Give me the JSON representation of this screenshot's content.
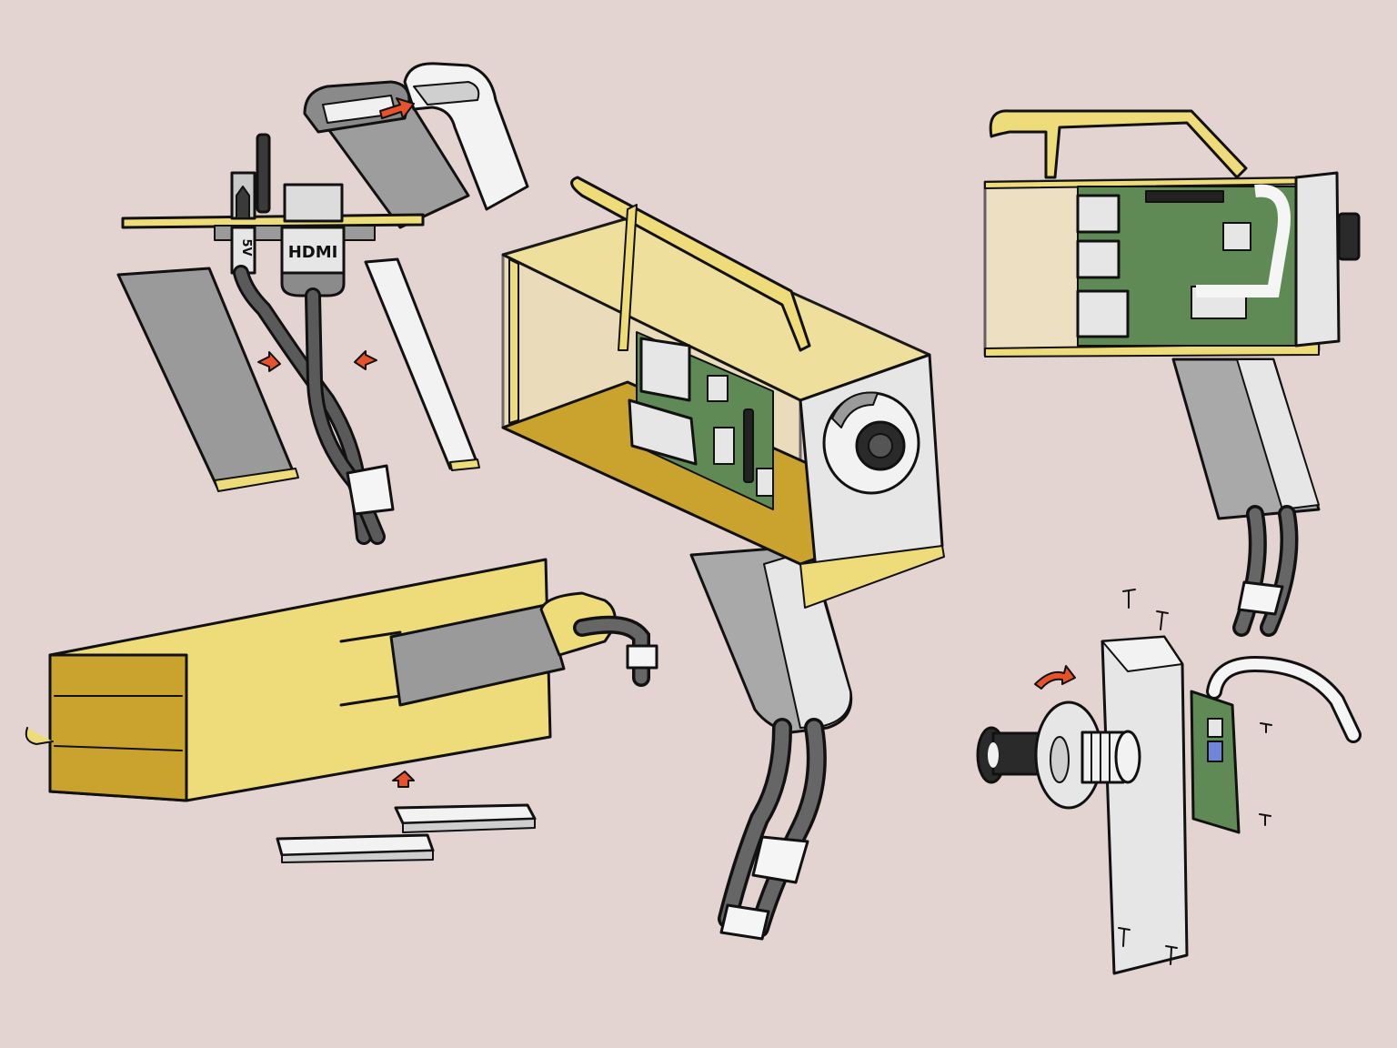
{
  "diagram": {
    "title": "",
    "description": "Hand-drawn exploded-view illustration of a handheld camera build with a yellow frame, Raspberry Pi-style board, grey handle, cables, lens and camera module",
    "colors": {
      "background": "#e3d4d2",
      "frame_yellow": "#eedc7a",
      "frame_dark_yellow": "#c9a32e",
      "panel_light_grey": "#e4e4e4",
      "handle_grey": "#a9a9a9",
      "board_green": "#5f8a55",
      "arrow_red": "#e8522a",
      "ink": "#111111",
      "sensor_blue": "#6d86d8"
    },
    "labels": {
      "power_connector": "5V",
      "video_connector": "HDMI"
    },
    "panels": [
      {
        "id": "cable-routing",
        "position": "top-left",
        "parts": [
          "antenna",
          "5V connector",
          "HDMI connector",
          "handle shell halves",
          "cables"
        ],
        "arrows": 3
      },
      {
        "id": "assembled-camera",
        "position": "center",
        "parts": [
          "yellow frame",
          "carry handle",
          "circuit board",
          "front lens panel",
          "grip",
          "cables"
        ],
        "arrows": 0
      },
      {
        "id": "side-view",
        "position": "top-right",
        "parts": [
          "yellow frame",
          "circuit board",
          "ribbon cable",
          "front panel",
          "grip",
          "cables"
        ],
        "arrows": 0
      },
      {
        "id": "grip-assembly",
        "position": "bottom-left",
        "parts": [
          "yellow frame bottom",
          "grip insert",
          "cables",
          "spacer blocks"
        ],
        "arrows": 1
      },
      {
        "id": "lens-assembly",
        "position": "bottom-right",
        "parts": [
          "lens",
          "mount washer",
          "threaded barrel",
          "front block",
          "camera module",
          "ribbon cable",
          "screws"
        ],
        "arrows": 1
      }
    ]
  }
}
